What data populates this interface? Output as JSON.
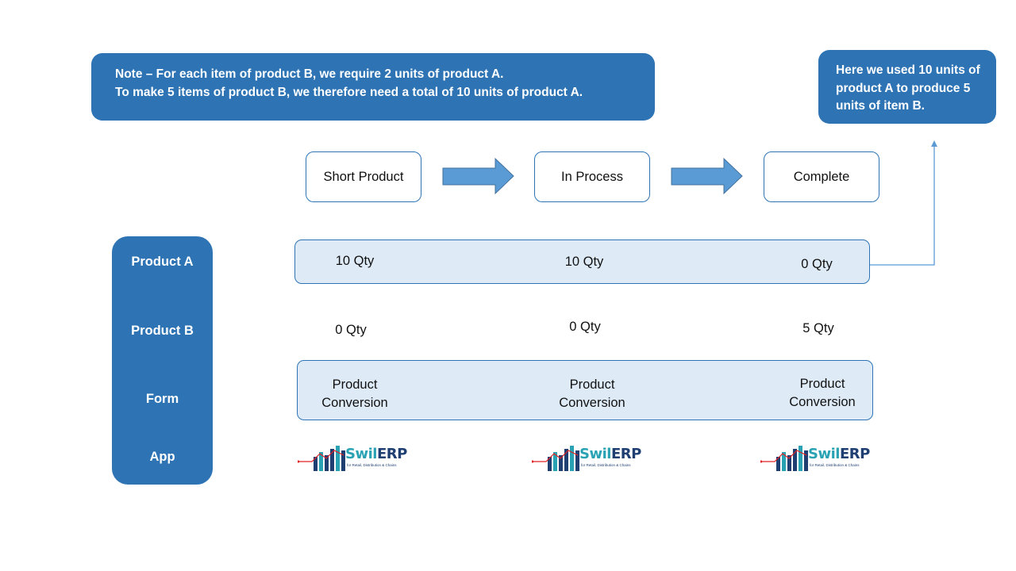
{
  "note": {
    "line1": "Note – For each item of product B, we require 2 units of product A.",
    "line2": "To make 5 items of product B, we therefore need a total of 10 units of product A."
  },
  "callout": {
    "text": "Here we used 10 units of product A to produce 5 units of item B."
  },
  "stages": [
    "Short Product",
    "In Process",
    "Complete"
  ],
  "side_labels": {
    "product_a": "Product A",
    "product_b": "Product B",
    "form": "Form",
    "app": "App"
  },
  "product_a_qty": [
    "10 Qty",
    "10 Qty",
    "0 Qty"
  ],
  "product_b_qty": [
    "0 Qty",
    "0 Qty",
    "5 Qty"
  ],
  "form_cells": [
    {
      "line1": "Product",
      "line2": "Conversion"
    },
    {
      "line1": "Product",
      "line2": "Conversion"
    },
    {
      "line1": "Product",
      "line2": "Conversion"
    }
  ],
  "logo": {
    "part1": "Swil",
    "part2": "ERP",
    "tagline": "for Retail, Distribution & Chains"
  },
  "colors": {
    "primary_blue": "#2e74b5",
    "arrow_blue": "#5b9bd5",
    "band_fill": "#deebf7",
    "logo_teal": "#29a3b3",
    "logo_navy": "#1f3f73",
    "logo_red": "#e02020"
  }
}
